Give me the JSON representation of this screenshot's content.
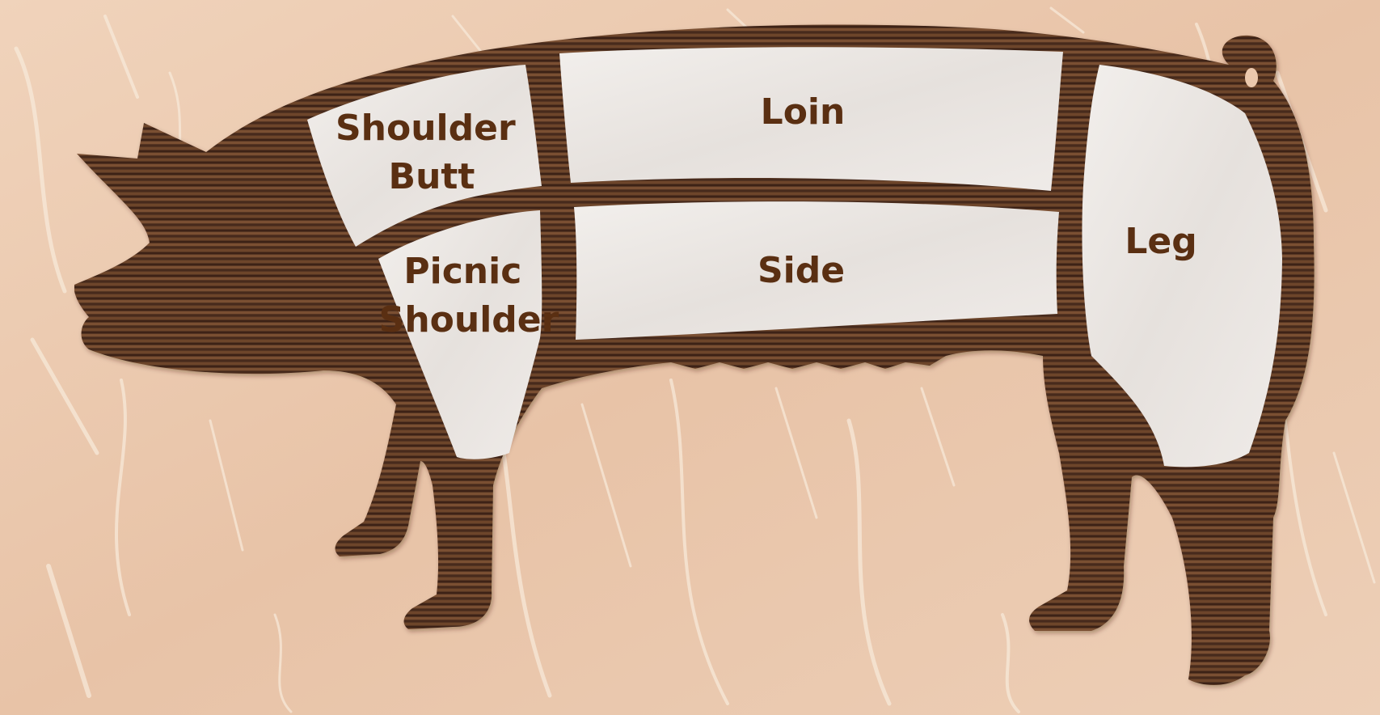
{
  "diagram": {
    "cuts": [
      {
        "id": "shoulder-butt",
        "lines": [
          "Shoulder",
          "Butt"
        ]
      },
      {
        "id": "loin",
        "lines": [
          "Loin"
        ]
      },
      {
        "id": "picnic-shoulder",
        "lines": [
          "Picnic",
          "Shoulder"
        ]
      },
      {
        "id": "side",
        "lines": [
          "Side"
        ]
      },
      {
        "id": "leg",
        "lines": [
          "Leg"
        ]
      }
    ]
  },
  "colors": {
    "background": "#ebc8ad",
    "background_streak": "#f7e7d4",
    "wood_dark": "#4a2d1a",
    "wood_mid": "#6b4428",
    "wood_light": "#8a5d3c",
    "cut_fill": "#ece8e5",
    "cut_streak": "#ffffff",
    "label": "#5a2f12"
  }
}
